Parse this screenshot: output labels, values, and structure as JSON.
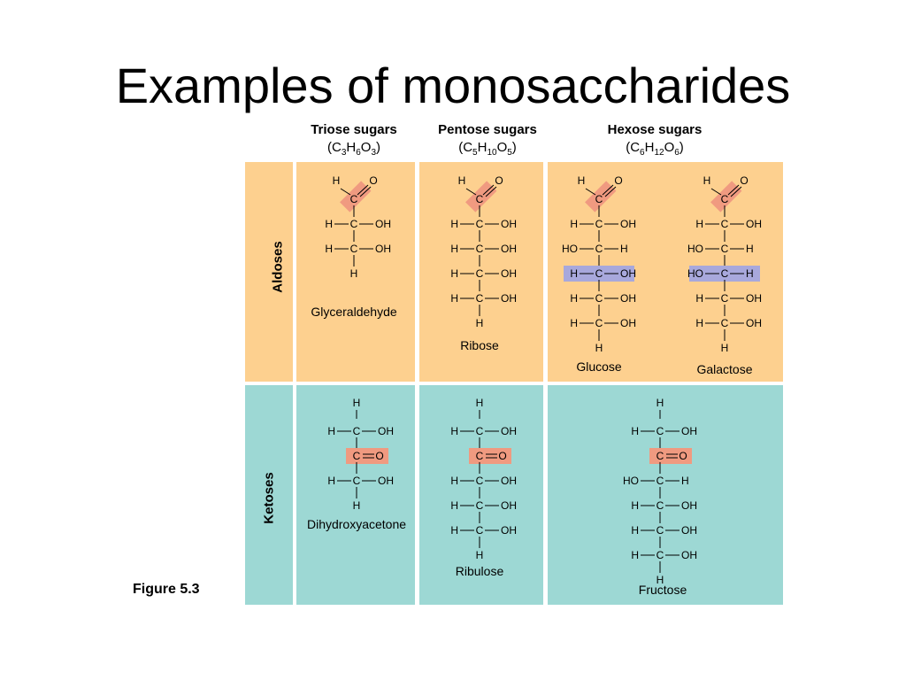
{
  "title": "Examples of monosaccharides",
  "columns": [
    {
      "name": "Triose sugars",
      "formula_parts": [
        "(C",
        "3",
        "H",
        "6",
        "O",
        "3",
        ")"
      ]
    },
    {
      "name": "Pentose sugars",
      "formula_parts": [
        "(C",
        "5",
        "H",
        "10",
        "O",
        "5",
        ")"
      ]
    },
    {
      "name": "Hexose sugars",
      "formula_parts": [
        "(C",
        "6",
        "H",
        "12",
        "O",
        "6",
        ")"
      ]
    }
  ],
  "rows": {
    "aldoses": "Aldoses",
    "ketoses": "Ketoses"
  },
  "figure_label": "Figure 5.3",
  "molecules": {
    "glyceraldehyde": "Glyceraldehyde",
    "ribose": "Ribose",
    "glucose": "Glucose",
    "galactose": "Galactose",
    "dihydroxyacetone": "Dihydroxyacetone",
    "ribulose": "Ribulose",
    "fructose": "Fructose"
  },
  "atoms": {
    "H": "H",
    "C": "C",
    "O": "O",
    "OH": "OH",
    "HO": "HO"
  },
  "colors": {
    "aldose_bg": "#fdd08f",
    "ketose_bg": "#9dd8d4",
    "carbonyl_highlight": "#f09a80",
    "isomer_highlight": "#a8a8dc"
  }
}
